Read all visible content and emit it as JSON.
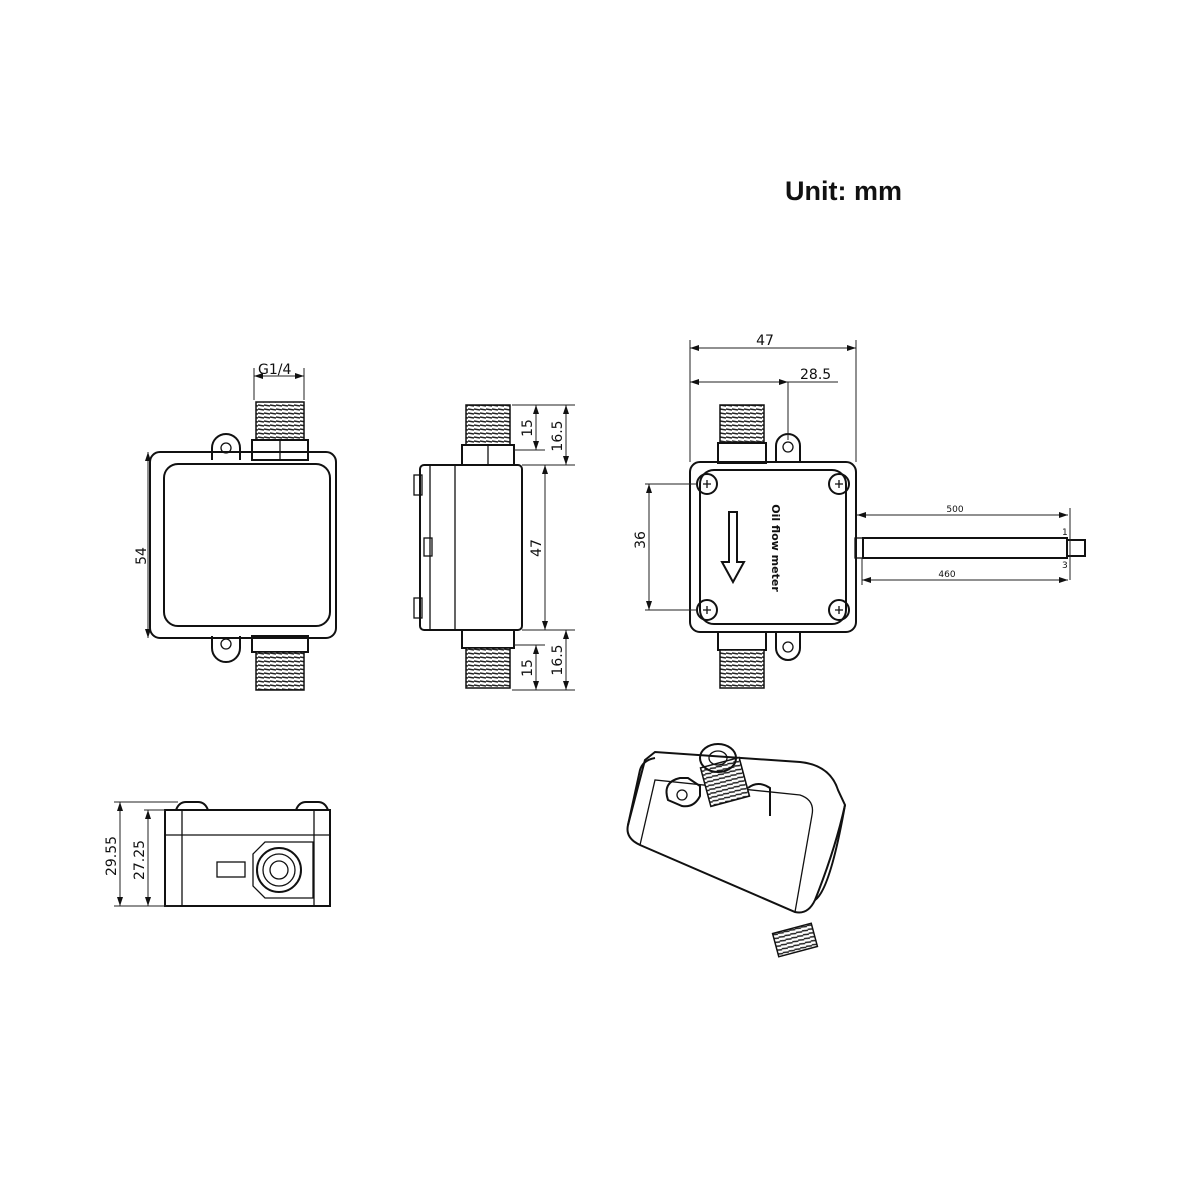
{
  "unit_label": "Unit: mm",
  "front_view": {
    "thread_label": "G1/4",
    "height": "54"
  },
  "side_view": {
    "top_15": "15",
    "top_16_5": "16.5",
    "body_47": "47",
    "bottom_15": "15",
    "bottom_16_5": "16.5"
  },
  "top_view": {
    "width_47": "47",
    "offset_28_5": "28.5",
    "screw_spacing": "36",
    "cable_500": "500",
    "cable_460": "460",
    "pin_1": "1",
    "pin_3": "3",
    "body_label": "Oil flow meter"
  },
  "end_view": {
    "height_29_55": "29.55",
    "height_27_25": "27.25"
  }
}
